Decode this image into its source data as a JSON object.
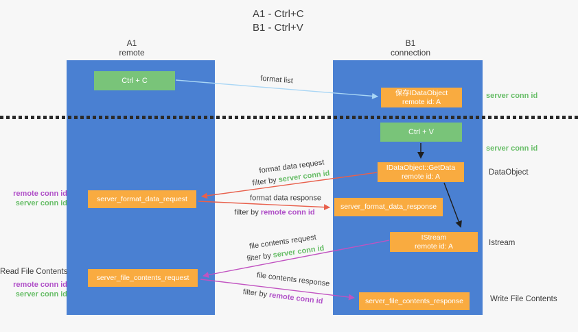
{
  "title": {
    "line1": "A1 - Ctrl+C",
    "line2": "B1 - Ctrl+V"
  },
  "columns": {
    "left": {
      "name": "A1",
      "role": "remote"
    },
    "right": {
      "name": "B1",
      "role": "connection"
    }
  },
  "nodes": {
    "ctrl_c": {
      "label": "Ctrl + C"
    },
    "ctrl_v": {
      "label": "Ctrl + V"
    },
    "save_idataobject": {
      "line1": "保存IDataObject",
      "line2": "remote id: A"
    },
    "idataobject_getdata": {
      "line1": "IDataObject::GetData",
      "line2": "remote id: A"
    },
    "istream": {
      "line1": "IStream",
      "line2": "remote id: A"
    },
    "server_format_data_request": {
      "label": "server_format_data_request"
    },
    "server_format_data_response": {
      "label": "server_format_data_response"
    },
    "server_file_contents_request": {
      "label": "server_file_contents_request"
    },
    "server_file_contents_response": {
      "label": "server_file_contents_response"
    }
  },
  "flow_labels": {
    "format_list": "format list",
    "format_data_request": "format data request",
    "format_data_response": "format data response",
    "file_contents_request": "file contents request",
    "file_contents_response": "file contents response",
    "filter_by": "filter by",
    "server_conn_id": "server conn id",
    "remote_conn_id": "remote conn id"
  },
  "side_labels": {
    "server_conn_id_top": "server conn id",
    "server_conn_id_mid": "server conn id",
    "dataobject": "DataObject",
    "istream": "Istream",
    "write_file_contents": "Write File Contents",
    "read_file_contents": "Read File Contents",
    "remote_conn_id_format": "remote conn id",
    "server_conn_id_format": "server conn id",
    "remote_conn_id_file": "remote conn id",
    "server_conn_id_file": "server conn id"
  },
  "colors": {
    "background": "#f7f7f7",
    "column_blue": "#4a80d2",
    "node_green": "#79c479",
    "node_orange": "#f9ab40",
    "arrow_blue": "#a9d6f5",
    "arrow_red": "#e8604c",
    "arrow_magenta": "#c153c1",
    "arrow_black": "#1f1f1f",
    "text_green": "#67bd67",
    "text_purple": "#b050c8",
    "text_dark": "#3c3c3c"
  }
}
